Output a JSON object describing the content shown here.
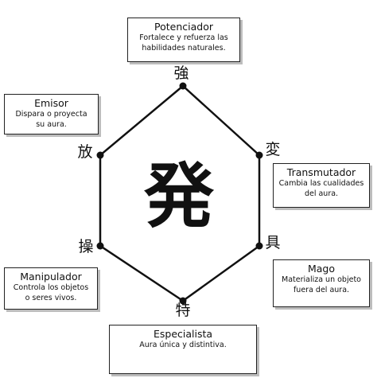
{
  "center": {
    "kanji": "発"
  },
  "nodes": [
    {
      "id": "enhancer",
      "kanji": "強",
      "title": "Potenciador",
      "desc": "Fortalece y refuerza las\nhabilidades naturales."
    },
    {
      "id": "transmuter",
      "kanji": "変",
      "title": "Transmutador",
      "desc": "Cambia las cualidades\ndel aura."
    },
    {
      "id": "conjurer",
      "kanji": "具",
      "title": "Mago",
      "desc": "Materializa un objeto\nfuera del aura."
    },
    {
      "id": "specialist",
      "kanji": "特",
      "title": "Especialista",
      "desc": "Aura única y distintiva."
    },
    {
      "id": "manipulator",
      "kanji": "操",
      "title": "Manipulador",
      "desc": "Controla los objetos\no seres vivos."
    },
    {
      "id": "emitter",
      "kanji": "放",
      "title": "Emisor",
      "desc": "Dispara o proyecta\nsu aura."
    }
  ]
}
